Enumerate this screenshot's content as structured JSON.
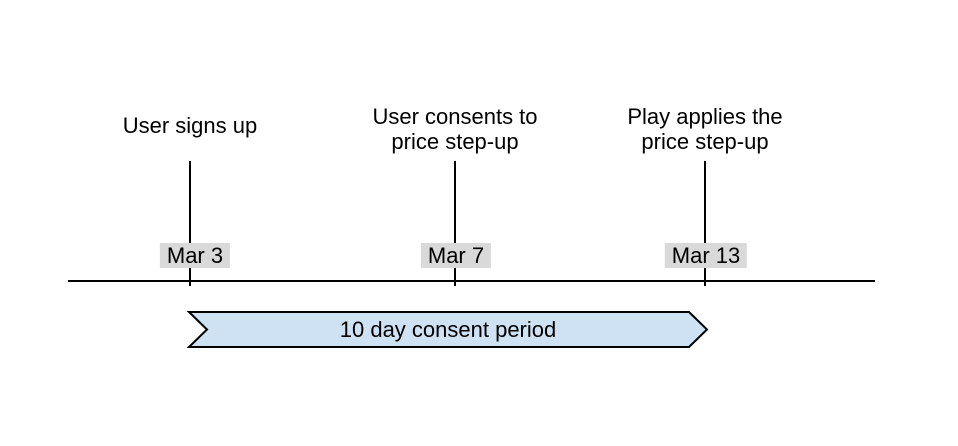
{
  "timeline": {
    "events": [
      {
        "title_lines": [
          "User signs up"
        ],
        "date": "Mar 3"
      },
      {
        "title_lines": [
          "User consents to",
          "price step-up"
        ],
        "date": "Mar 7"
      },
      {
        "title_lines": [
          "Play applies the",
          "price step-up"
        ],
        "date": "Mar 13"
      }
    ],
    "period_banner": {
      "label": "10 day consent period"
    },
    "colors": {
      "banner_fill": "#cfe2f3",
      "banner_border": "#000000",
      "date_badge_bg": "#d9d9d9",
      "line_color": "#000000",
      "text_color": "#000000"
    }
  }
}
